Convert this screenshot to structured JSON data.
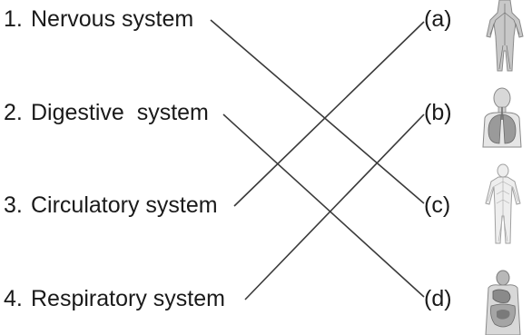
{
  "left_items": [
    {
      "num": "1.",
      "text": "Nervous system"
    },
    {
      "num": "2.",
      "text": "Digestive  system"
    },
    {
      "num": "3.",
      "text": "Circulatory system"
    },
    {
      "num": "4.",
      "text": "Respiratory system"
    }
  ],
  "right_items": [
    {
      "label": "(a)",
      "image": "circulatory-system-figure"
    },
    {
      "label": "(b)",
      "image": "respiratory-system-figure"
    },
    {
      "label": "(c)",
      "image": "nervous-system-figure"
    },
    {
      "label": "(d)",
      "image": "digestive-system-figure"
    }
  ],
  "matches": [
    {
      "from": "1",
      "to": "(c)"
    },
    {
      "from": "2",
      "to": "(d)"
    },
    {
      "from": "3",
      "to": "(a)"
    },
    {
      "from": "4",
      "to": "(b)"
    }
  ],
  "colors": {
    "text": "#1a1a1a",
    "line": "#3a3a3a",
    "figure": "#9a9a9a"
  }
}
